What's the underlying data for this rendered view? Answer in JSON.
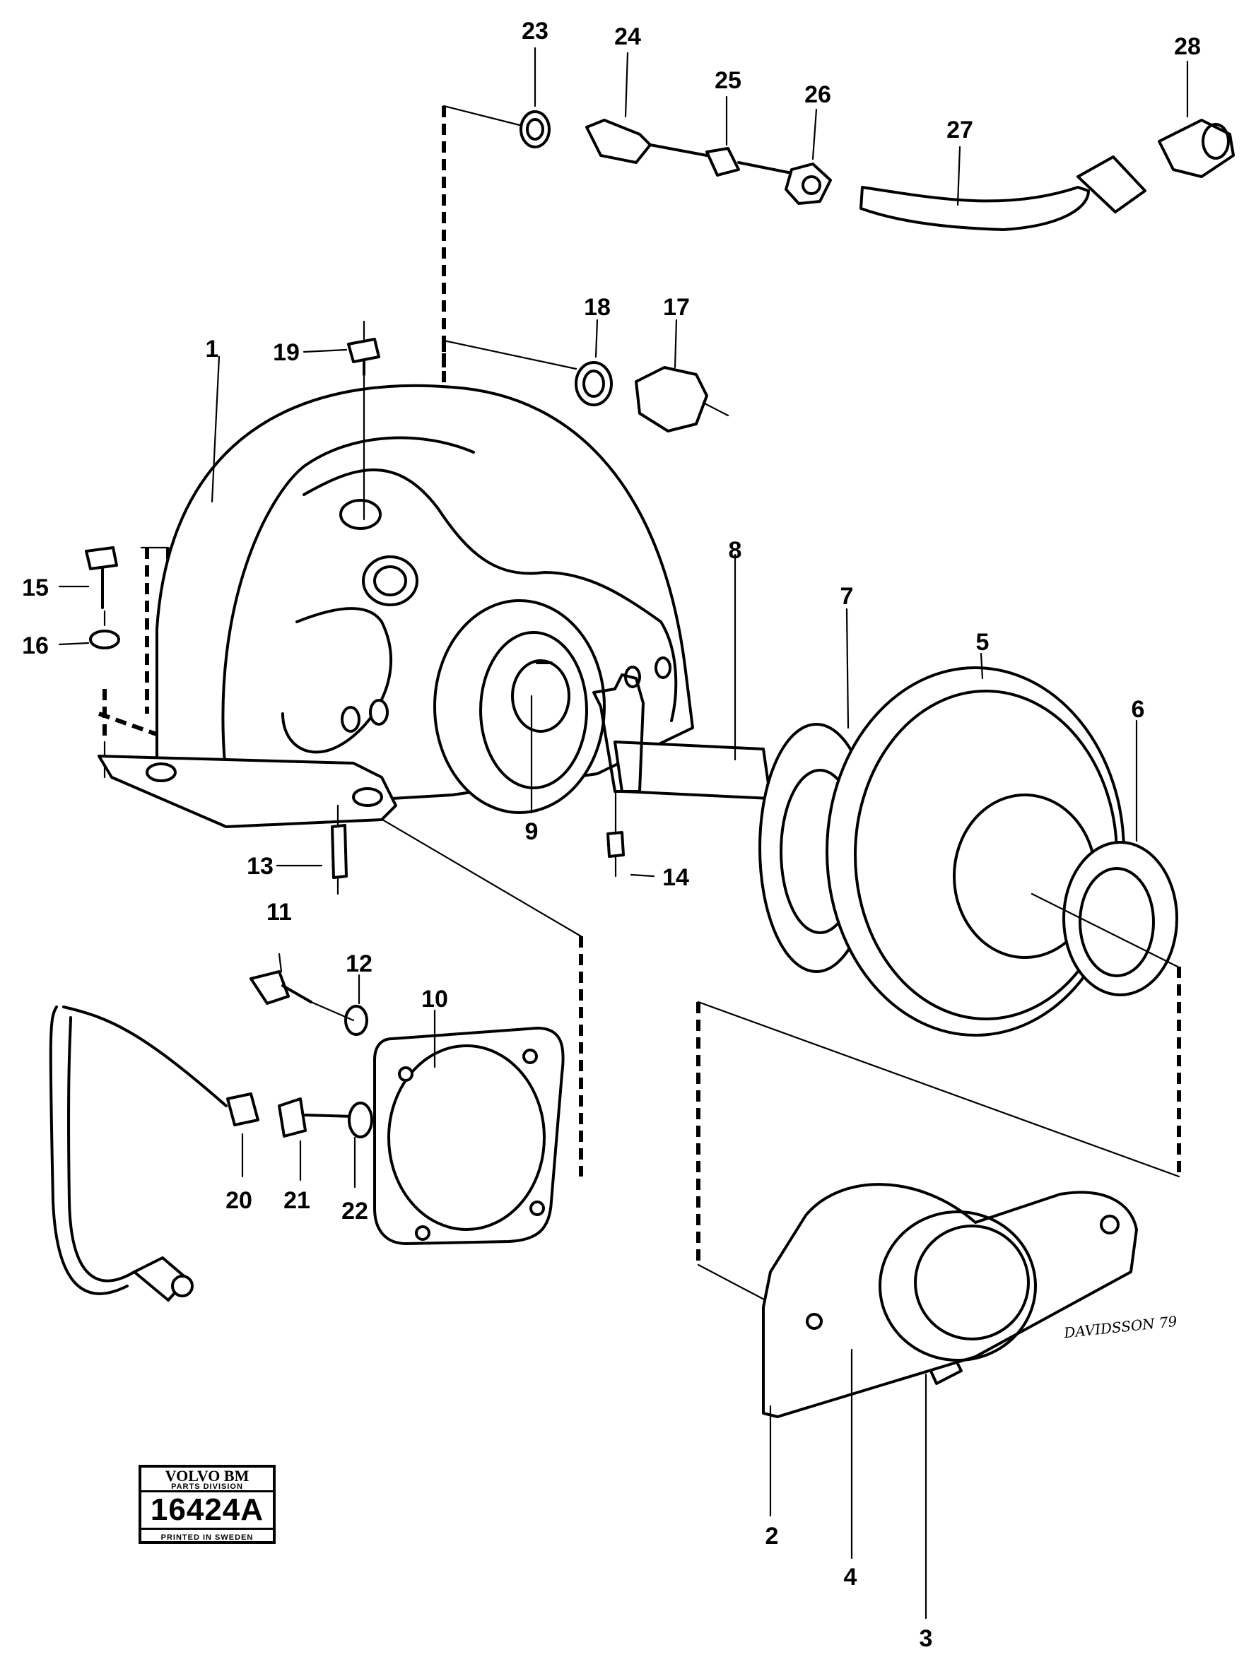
{
  "diagram": {
    "callouts": [
      {
        "id": "1",
        "label": "1"
      },
      {
        "id": "2",
        "label": "2"
      },
      {
        "id": "3",
        "label": "3"
      },
      {
        "id": "4",
        "label": "4"
      },
      {
        "id": "5",
        "label": "5"
      },
      {
        "id": "6",
        "label": "6"
      },
      {
        "id": "7",
        "label": "7"
      },
      {
        "id": "8",
        "label": "8"
      },
      {
        "id": "9",
        "label": "9"
      },
      {
        "id": "10",
        "label": "10"
      },
      {
        "id": "11",
        "label": "11"
      },
      {
        "id": "12",
        "label": "12"
      },
      {
        "id": "13",
        "label": "13"
      },
      {
        "id": "14",
        "label": "14"
      },
      {
        "id": "15",
        "label": "15"
      },
      {
        "id": "16",
        "label": "16"
      },
      {
        "id": "17",
        "label": "17"
      },
      {
        "id": "18",
        "label": "18"
      },
      {
        "id": "19",
        "label": "19"
      },
      {
        "id": "20",
        "label": "20"
      },
      {
        "id": "21",
        "label": "21"
      },
      {
        "id": "22",
        "label": "22"
      },
      {
        "id": "23",
        "label": "23"
      },
      {
        "id": "24",
        "label": "24"
      },
      {
        "id": "25",
        "label": "25"
      },
      {
        "id": "26",
        "label": "26"
      },
      {
        "id": "27",
        "label": "27"
      },
      {
        "id": "28",
        "label": "28"
      }
    ],
    "badge": {
      "brand": "VOLVO BM",
      "division": "PARTS DIVISION",
      "number": "16424A",
      "footer": "PRINTED IN SWEDEN"
    },
    "signature": "DAVIDSSON 79"
  }
}
